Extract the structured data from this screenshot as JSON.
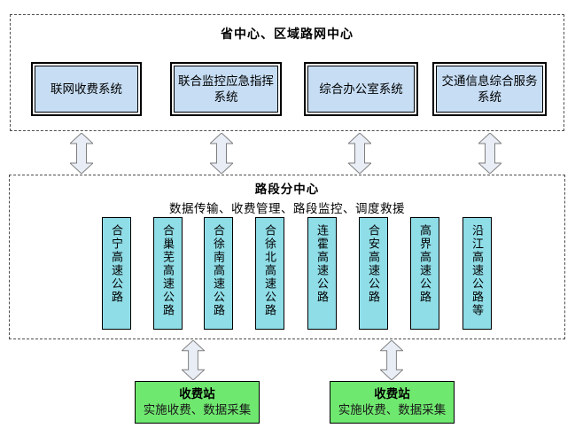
{
  "top_section": {
    "title": "省中心、区域路网中心",
    "systems": [
      {
        "label": "联网收费系统"
      },
      {
        "label": "联合监控应急指挥系统"
      },
      {
        "label": "综合办公室系统"
      },
      {
        "label": "交通信息综合服务系统"
      }
    ]
  },
  "middle_section": {
    "title": "路段分中心",
    "subtitle": "数据传输、收费管理、路段监控、调度救援",
    "highways": [
      "合宁高速公路",
      "合巢芜高速公路",
      "合徐南高速公路",
      "合徐北高速公路",
      "连霍高速公路",
      "合安高速公路",
      "高界高速公路",
      "沿江高速公路等"
    ]
  },
  "bottom_section": {
    "stations": [
      {
        "title": "收费站",
        "subtitle": "实施收费、数据采集"
      },
      {
        "title": "收费站",
        "subtitle": "实施收费、数据采集"
      }
    ]
  },
  "colors": {
    "system_box_fill": "#c6ddf4",
    "highway_box_fill": "#8fdde7",
    "station_box_fill": "#6fe86f",
    "arrow_fill": "#e9eef6",
    "arrow_stroke": "#7f7f7f",
    "dashed_border": "#4d4d4d"
  }
}
